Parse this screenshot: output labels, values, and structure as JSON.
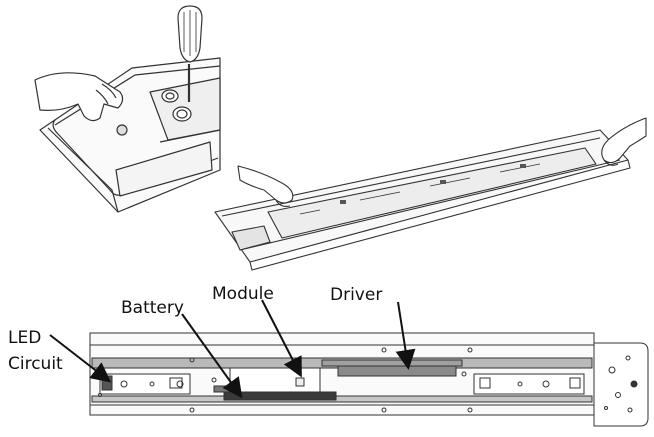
{
  "labels": {
    "led_line1": "LED",
    "led_line2": "Circuit",
    "battery": "Battery",
    "module": "Module",
    "driver": "Driver"
  },
  "colors": {
    "line": "#333333",
    "fixture_fill": "#f2f2f2",
    "panel_gray": "#b9b9b9",
    "driver_gray": "#8a8a8a",
    "battery_dark": "#3a3a3a"
  },
  "illustrations": [
    "screwdriver-removing-cover-icon",
    "hands-inserting-module-icon",
    "fixture-cutaway-icon"
  ]
}
